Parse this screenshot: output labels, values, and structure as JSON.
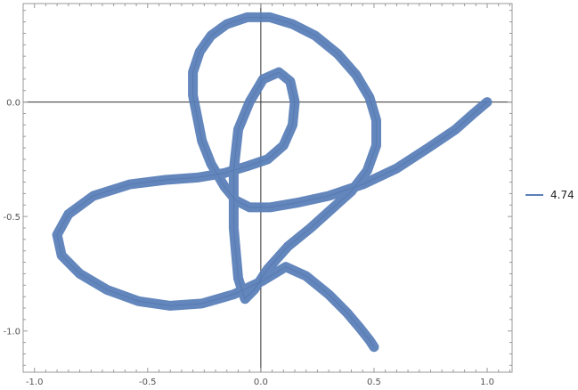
{
  "chart_data": {
    "type": "line",
    "title": "",
    "xlabel": "",
    "ylabel": "",
    "xlim": [
      -1.05,
      1.11
    ],
    "ylim": [
      -1.18,
      0.43
    ],
    "x_ticks": [
      -1.0,
      -0.5,
      0.0,
      0.5,
      1.0
    ],
    "x_tick_labels": [
      "-1.0",
      "-0.5",
      "0.0",
      "0.5",
      "1.0"
    ],
    "y_ticks": [
      -1.0,
      -0.5,
      0.0
    ],
    "y_tick_labels": [
      "-1.0",
      "-0.5",
      "0.0"
    ],
    "grid": false,
    "legend_position": "right",
    "colors": {
      "series": "#5b7fb8",
      "axis": "#333333",
      "frame": "#999999"
    },
    "series": [
      {
        "name": "4.74",
        "x": [
          1.0,
          0.94,
          0.86,
          0.74,
          0.6,
          0.45,
          0.3,
          0.16,
          0.04,
          -0.05,
          -0.11,
          -0.16,
          -0.22,
          -0.26,
          -0.28,
          -0.3,
          -0.3,
          -0.27,
          -0.22,
          -0.15,
          -0.06,
          0.04,
          0.14,
          0.24,
          0.34,
          0.42,
          0.48,
          0.51,
          0.51,
          0.47,
          0.4,
          0.31,
          0.22,
          0.12,
          0.03,
          -0.03,
          -0.07,
          -0.1,
          -0.12,
          -0.12,
          -0.1,
          -0.05,
          0.01,
          0.08,
          0.13,
          0.15,
          0.14,
          0.1,
          0.03,
          -0.06,
          -0.16,
          -0.28,
          -0.42,
          -0.58,
          -0.74,
          -0.85,
          -0.9,
          -0.88,
          -0.8,
          -0.68,
          -0.54,
          -0.4,
          -0.26,
          -0.12,
          0.01,
          0.11,
          0.2,
          0.3,
          0.38,
          0.44,
          0.48,
          0.5
        ],
        "y": [
          0.0,
          -0.05,
          -0.12,
          -0.2,
          -0.29,
          -0.36,
          -0.41,
          -0.44,
          -0.46,
          -0.46,
          -0.43,
          -0.37,
          -0.27,
          -0.17,
          -0.07,
          0.03,
          0.13,
          0.22,
          0.29,
          0.34,
          0.37,
          0.37,
          0.34,
          0.29,
          0.21,
          0.12,
          0.02,
          -0.08,
          -0.19,
          -0.3,
          -0.39,
          -0.47,
          -0.55,
          -0.63,
          -0.73,
          -0.82,
          -0.86,
          -0.77,
          -0.55,
          -0.3,
          -0.12,
          0.0,
          0.1,
          0.13,
          0.09,
          0.0,
          -0.1,
          -0.19,
          -0.25,
          -0.28,
          -0.31,
          -0.33,
          -0.34,
          -0.36,
          -0.41,
          -0.49,
          -0.58,
          -0.67,
          -0.75,
          -0.82,
          -0.87,
          -0.89,
          -0.88,
          -0.84,
          -0.78,
          -0.72,
          -0.76,
          -0.84,
          -0.92,
          -0.99,
          -1.04,
          -1.07
        ]
      }
    ]
  }
}
